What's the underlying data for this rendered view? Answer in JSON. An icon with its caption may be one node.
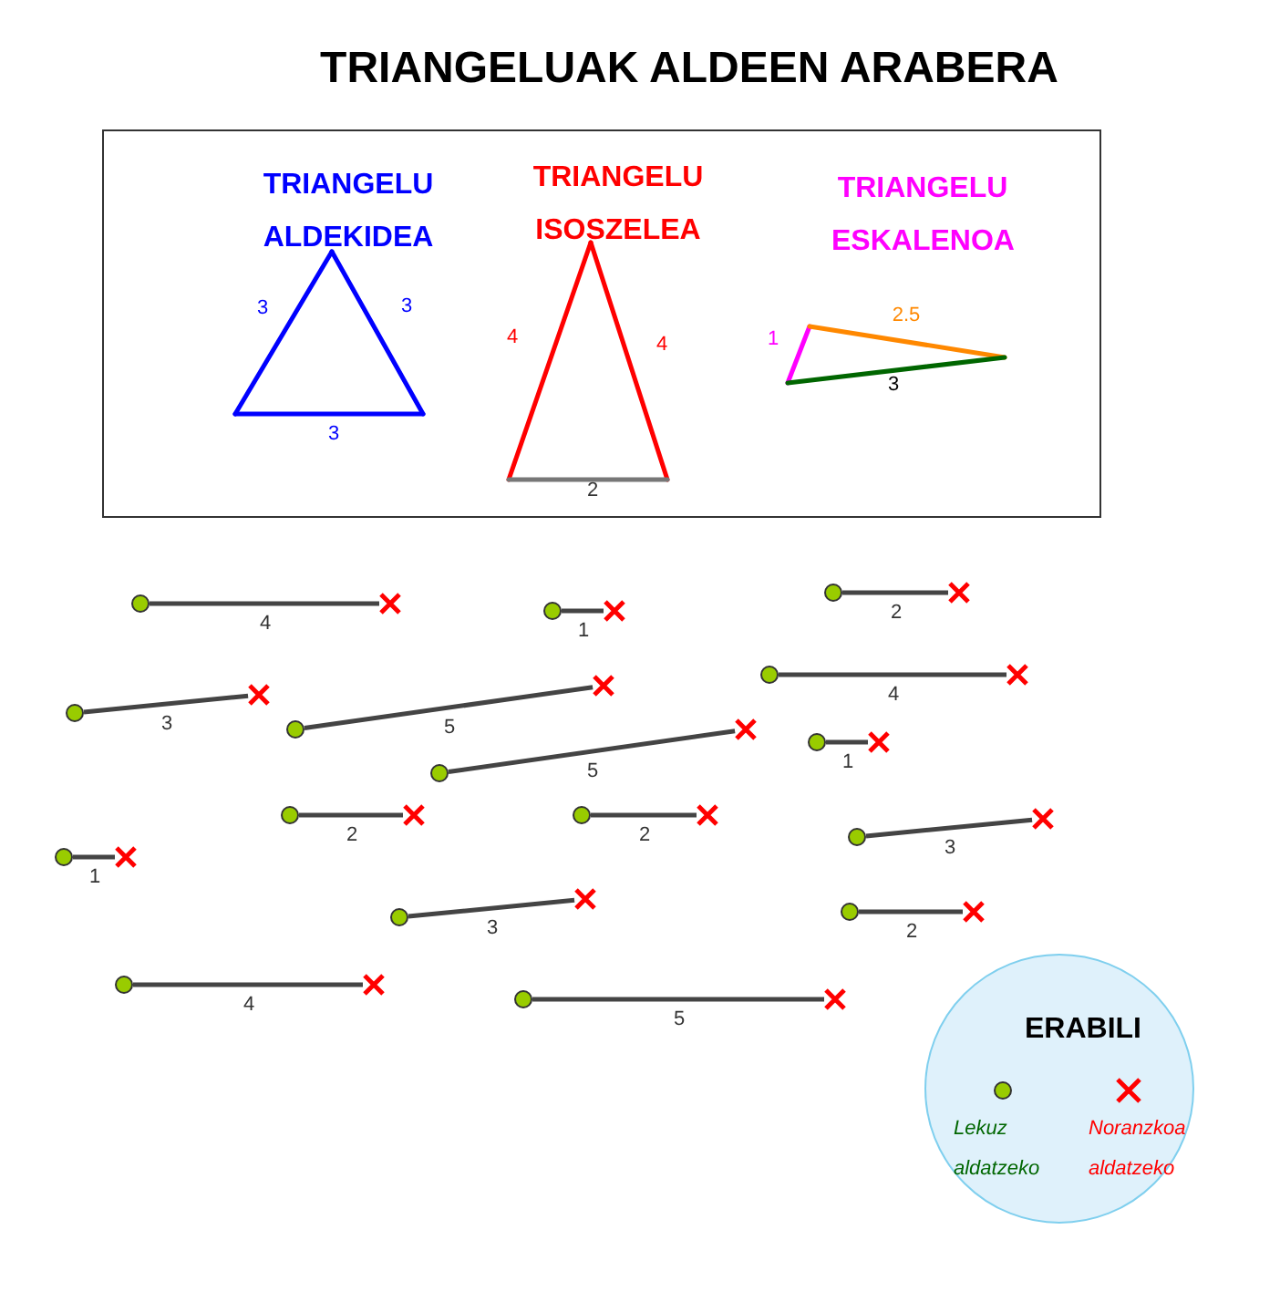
{
  "diagram": {
    "title": "TRIANGELUAK ALDEEN ARABERA",
    "nodes": [
      {
        "text": [],
        "shape": "box"
      },
      {
        "text": [
          "TRIANGELU ALDEKIDEA",
          "3",
          "3",
          "3"
        ],
        "in": 0
      },
      {
        "text": [
          "TRIANGELU ISOSZELEA",
          "4",
          "4",
          "2"
        ],
        "in": 0
      },
      {
        "text": [
          "TRIANGELU ESKALENOA",
          "1",
          "2.5",
          "3"
        ],
        "in": 0
      },
      {
        "text": [],
        "shape": "circle"
      },
      {
        "text": [],
        "shape": "cross"
      },
      {
        "text": [],
        "shape": "circle"
      },
      {
        "text": [],
        "shape": "cross"
      },
      {
        "text": [],
        "shape": "circle"
      },
      {
        "text": [],
        "shape": "cross"
      },
      {
        "text": [],
        "shape": "circle"
      },
      {
        "text": [],
        "shape": "cross"
      },
      {
        "text": [],
        "shape": "circle"
      },
      {
        "text": [],
        "shape": "cross"
      },
      {
        "text": [],
        "shape": "circle"
      },
      {
        "text": [],
        "shape": "cross"
      },
      {
        "text": [],
        "shape": "circle"
      },
      {
        "text": [],
        "shape": "cross"
      },
      {
        "text": [],
        "shape": "circle"
      },
      {
        "text": [],
        "shape": "cross"
      },
      {
        "text": [],
        "shape": "circle"
      },
      {
        "text": [],
        "shape": "cross"
      },
      {
        "text": [],
        "shape": "circle"
      },
      {
        "text": [],
        "shape": "cross"
      },
      {
        "text": [],
        "shape": "circle"
      },
      {
        "text": [],
        "shape": "cross"
      },
      {
        "text": [],
        "shape": "circle"
      },
      {
        "text": [],
        "shape": "cross"
      },
      {
        "text": [],
        "shape": "circle"
      },
      {
        "text": [],
        "shape": "cross"
      },
      {
        "text": [],
        "shape": "circle"
      },
      {
        "text": [],
        "shape": "cross"
      },
      {
        "text": [],
        "shape": "circle"
      },
      {
        "text": [],
        "shape": "cross"
      },
      {
        "text": [],
        "shape": "circle"
      },
      {
        "text": [],
        "shape": "cross"
      },
      {
        "text": [
          "ERABILI"
        ]
      }
    ],
    "edges": [
      {
        "from": 4,
        "to": 5,
        "arrow": "none",
        "label": "4"
      },
      {
        "from": 6,
        "to": 7,
        "arrow": "none",
        "label": "1"
      },
      {
        "from": 8,
        "to": 9,
        "arrow": "none",
        "label": "2"
      },
      {
        "from": 10,
        "to": 11,
        "arrow": "none",
        "label": "3"
      },
      {
        "from": 12,
        "to": 13,
        "arrow": "none",
        "label": "5"
      },
      {
        "from": 14,
        "to": 15,
        "arrow": "none",
        "label": "4"
      },
      {
        "from": 16,
        "to": 17,
        "arrow": "none",
        "label": "5"
      },
      {
        "from": 18,
        "to": 19,
        "arrow": "none",
        "label": "1"
      },
      {
        "from": 20,
        "to": 21,
        "arrow": "none",
        "label": "2"
      },
      {
        "from": 22,
        "to": 23,
        "arrow": "none",
        "label": "2"
      },
      {
        "from": 24,
        "to": 25,
        "arrow": "none",
        "label": "1"
      },
      {
        "from": 26,
        "to": 27,
        "arrow": "none",
        "label": "3"
      },
      {
        "from": 28,
        "to": 29,
        "arrow": "none",
        "label": "3"
      },
      {
        "from": 30,
        "to": 31,
        "arrow": "none",
        "label": "2"
      },
      {
        "from": 32,
        "to": 33,
        "arrow": "none",
        "label": "4"
      },
      {
        "from": 34,
        "to": 35,
        "arrow": "none",
        "label": "5"
      }
    ],
    "legend": [
      {
        "text": "Lekuz aldatzeko"
      },
      {
        "text": "Noranzkoa aldatzeko"
      }
    ]
  }
}
